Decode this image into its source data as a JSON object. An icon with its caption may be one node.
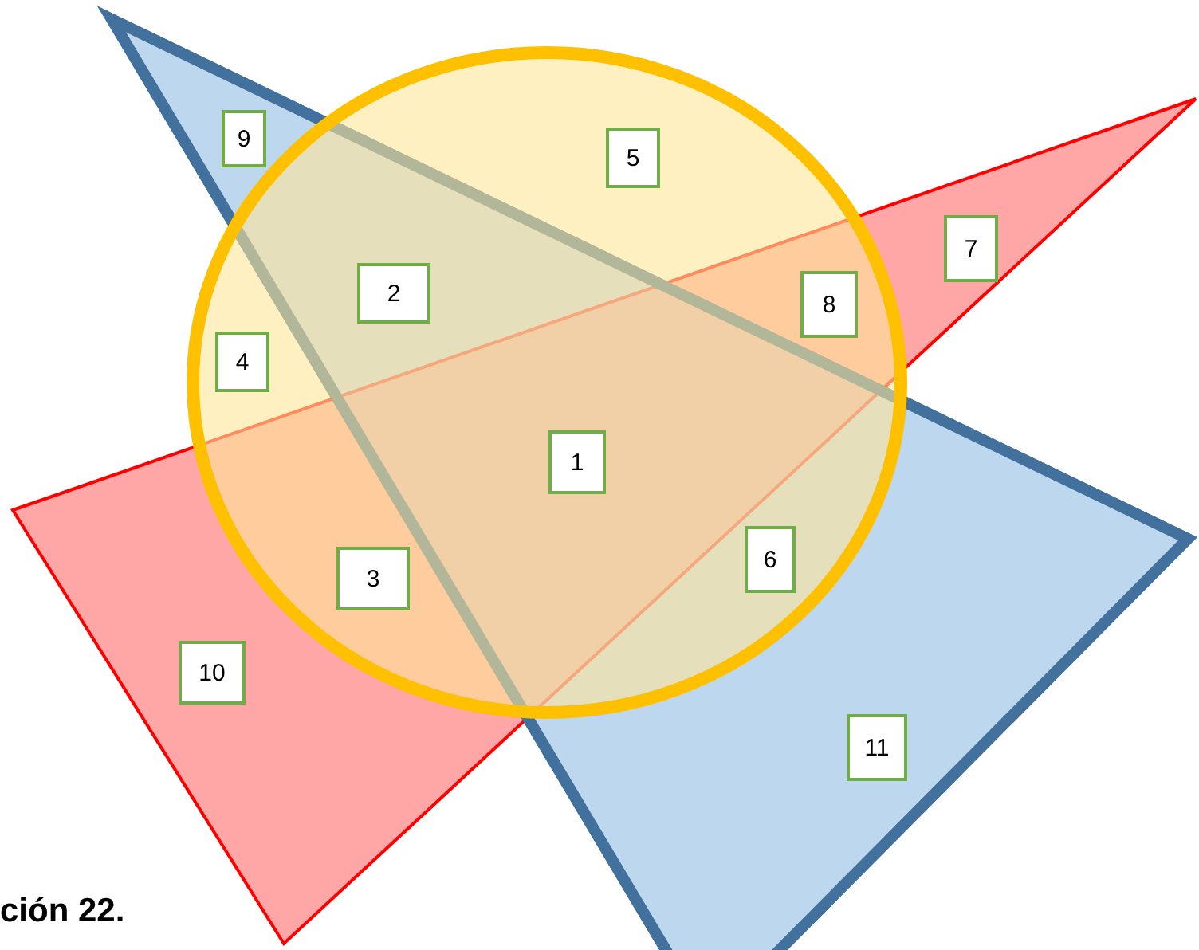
{
  "diagram": {
    "nodes": [
      {
        "text": [
          "9"
        ]
      },
      {
        "text": [
          "5"
        ]
      },
      {
        "text": [
          "7"
        ]
      },
      {
        "text": [
          "2"
        ]
      },
      {
        "text": [
          "8"
        ]
      },
      {
        "text": [
          "4"
        ]
      },
      {
        "text": [
          "1"
        ]
      },
      {
        "text": [
          "6"
        ]
      },
      {
        "text": [
          "3"
        ]
      },
      {
        "text": [
          "10"
        ]
      },
      {
        "text": [
          "11"
        ]
      }
    ],
    "labels": [
      "ción 22."
    ]
  }
}
